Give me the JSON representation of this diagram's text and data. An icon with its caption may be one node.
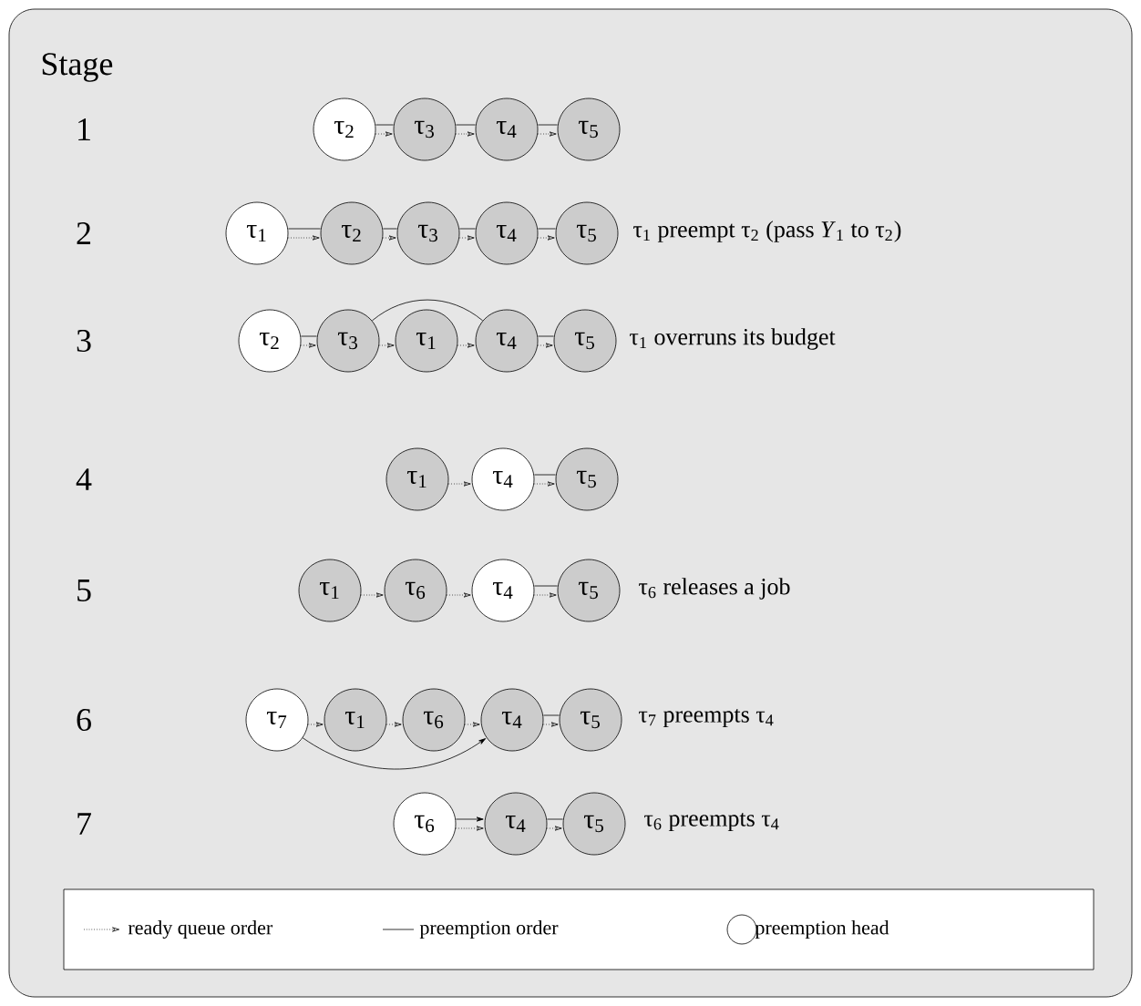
{
  "diagram": {
    "nodes": [
      {
        "text": [
          "τ$_{2}$"
        ]
      },
      {
        "text": [
          "τ$_{3}$"
        ]
      },
      {
        "text": [
          "τ$_{4}$"
        ]
      },
      {
        "text": [
          "τ$_{5}$"
        ]
      },
      {
        "text": [
          "τ$_{1}$"
        ]
      },
      {
        "text": [
          "τ$_{2}$"
        ]
      },
      {
        "text": [
          "τ$_{3}$"
        ]
      },
      {
        "text": [
          "τ$_{4}$"
        ]
      },
      {
        "text": [
          "τ$_{5}$"
        ]
      },
      {
        "text": [
          "τ$_{2}$"
        ]
      },
      {
        "text": [
          "τ$_{3}$"
        ]
      },
      {
        "text": [
          "τ$_{1}$"
        ]
      },
      {
        "text": [
          "τ$_{4}$"
        ]
      },
      {
        "text": [
          "τ$_{5}$"
        ]
      },
      {
        "text": [
          "τ$_{1}$"
        ]
      },
      {
        "text": [
          "τ$_{4}$"
        ]
      },
      {
        "text": [
          "τ$_{5}$"
        ]
      },
      {
        "text": [
          "τ$_{1}$"
        ]
      },
      {
        "text": [
          "τ$_{6}$"
        ]
      },
      {
        "text": [
          "τ$_{4}$"
        ]
      },
      {
        "text": [
          "τ$_{5}$"
        ]
      },
      {
        "text": [
          "τ$_{7}$"
        ]
      },
      {
        "text": [
          "τ$_{1}$"
        ]
      },
      {
        "text": [
          "τ$_{6}$"
        ]
      },
      {
        "text": [
          "τ$_{4}$"
        ]
      },
      {
        "text": [
          "τ$_{5}$"
        ]
      },
      {
        "text": [
          "τ$_{6}$"
        ]
      },
      {
        "text": [
          "τ$_{4}$"
        ]
      },
      {
        "text": [
          "τ$_{5}$"
        ]
      }
    ],
    "edges": [
      {
        "from": 0,
        "to": 1,
        "arrow": "none"
      },
      {
        "from": 0,
        "to": 1,
        "arrow": "to",
        "style": "dashed"
      },
      {
        "from": 1,
        "to": 2,
        "arrow": "none"
      },
      {
        "from": 1,
        "to": 2,
        "arrow": "to",
        "style": "dashed"
      },
      {
        "from": 2,
        "to": 3,
        "arrow": "none"
      },
      {
        "from": 2,
        "to": 3,
        "arrow": "to",
        "style": "dashed"
      },
      {
        "from": 4,
        "to": 5,
        "arrow": "none"
      },
      {
        "from": 4,
        "to": 5,
        "arrow": "to",
        "style": "dashed"
      },
      {
        "from": 5,
        "to": 6,
        "arrow": "none"
      },
      {
        "from": 5,
        "to": 6,
        "arrow": "to",
        "style": "dashed"
      },
      {
        "from": 6,
        "to": 7,
        "arrow": "none"
      },
      {
        "from": 6,
        "to": 7,
        "arrow": "to",
        "style": "dashed"
      },
      {
        "from": 7,
        "to": 8,
        "arrow": "none"
      },
      {
        "from": 7,
        "to": 8,
        "arrow": "to",
        "style": "dashed"
      },
      {
        "from": 9,
        "to": 10,
        "arrow": "none"
      },
      {
        "from": 9,
        "to": 10,
        "arrow": "to",
        "style": "dashed"
      },
      {
        "from": 10,
        "to": 11,
        "arrow": "to",
        "style": "dashed"
      },
      {
        "from": 11,
        "to": 12,
        "arrow": "to",
        "style": "dashed"
      },
      {
        "from": 12,
        "to": 13,
        "arrow": "none"
      },
      {
        "from": 12,
        "to": 13,
        "arrow": "to",
        "style": "dashed"
      },
      {
        "from": 10,
        "to": 12,
        "arrow": "none"
      },
      {
        "from": 14,
        "to": 15,
        "arrow": "to",
        "style": "dashed"
      },
      {
        "from": 15,
        "to": 16,
        "arrow": "none"
      },
      {
        "from": 15,
        "to": 16,
        "arrow": "to",
        "style": "dashed"
      },
      {
        "from": 17,
        "to": 18,
        "arrow": "to",
        "style": "dashed"
      },
      {
        "from": 18,
        "to": 19,
        "arrow": "to",
        "style": "dashed"
      },
      {
        "from": 19,
        "to": 20,
        "arrow": "none"
      },
      {
        "from": 19,
        "to": 20,
        "arrow": "to",
        "style": "dashed"
      },
      {
        "from": 21,
        "to": 22,
        "arrow": "to",
        "style": "dashed"
      },
      {
        "from": 22,
        "to": 23,
        "arrow": "to",
        "style": "dashed"
      },
      {
        "from": 23,
        "to": 24,
        "arrow": "to",
        "style": "dashed"
      },
      {
        "from": 24,
        "to": 25,
        "arrow": "none"
      },
      {
        "from": 24,
        "to": 25,
        "arrow": "to",
        "style": "dashed"
      },
      {
        "from": 21,
        "to": 24,
        "arrow": "to"
      },
      {
        "from": 26,
        "to": 27,
        "arrow": "to"
      },
      {
        "from": 26,
        "to": 27,
        "arrow": "to",
        "style": "dashed"
      },
      {
        "from": 27,
        "to": 28,
        "arrow": "none"
      },
      {
        "from": 27,
        "to": 28,
        "arrow": "to",
        "style": "dashed"
      }
    ],
    "labels": [
      "Stage",
      "1",
      "2",
      "τ$_{1}$ preempt τ$_{2}$ (pass *Y*$_{1}$ to τ$_{2}$)",
      "3",
      "τ$_{1}$ overruns its budget",
      "4",
      "5",
      "τ$_{6}$ releases a job",
      "6",
      "τ$_{7}$ preempts τ$_{4}$",
      "7",
      "τ$_{6}$ preempts τ$_{4}$"
    ],
    "legend": [
      {
        "text": "ready queue order"
      },
      {
        "text": "preemption order"
      },
      {
        "text": "preemption head"
      }
    ]
  }
}
